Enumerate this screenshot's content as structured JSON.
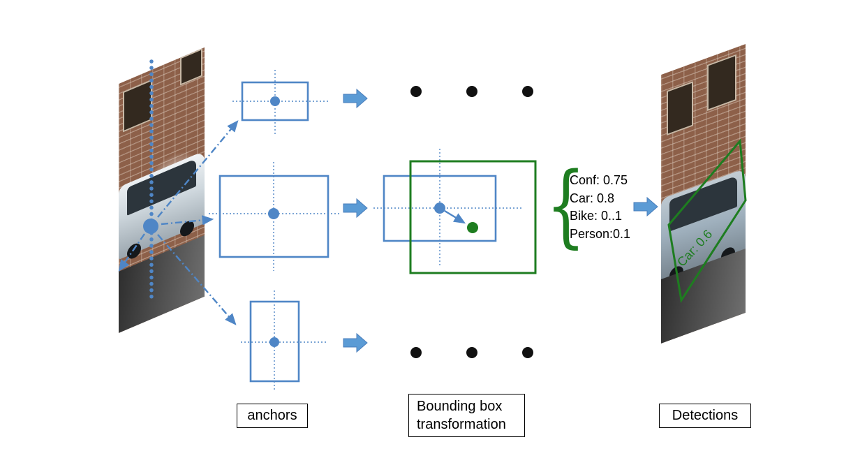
{
  "diagram": {
    "stage_labels": {
      "anchors": "anchors",
      "transformation": "Bounding box transformation",
      "detections": "Detections"
    },
    "scores": {
      "lines": [
        "Conf: 0.75",
        "Car: 0.8",
        "Bike: 0..1",
        "Person:0.1"
      ]
    },
    "detection": {
      "label": "Car: 0.6"
    },
    "glyphs": {
      "brace": "{"
    },
    "colors": {
      "anchor_blue": "#4f86c6",
      "flow_arrow_blue": "#5b9bd5",
      "detection_green": "#1e7d20",
      "ellipsis_black": "#111111"
    }
  }
}
